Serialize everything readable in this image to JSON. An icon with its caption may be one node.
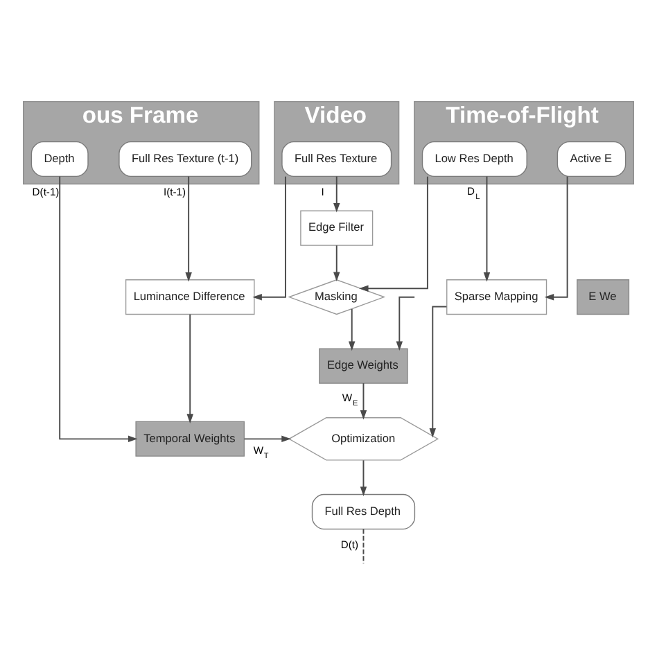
{
  "diagram": {
    "nodes": [
      {
        "text": [
          "ous Frame"
        ]
      },
      {
        "text": [
          "Depth"
        ],
        "in": 0
      },
      {
        "text": [
          "Full Res Texture (t-1)"
        ],
        "in": 0
      },
      {
        "text": [
          "Video"
        ]
      },
      {
        "text": [
          "Full Res Texture"
        ],
        "in": 3
      },
      {
        "text": [
          "Time-of-Flight"
        ]
      },
      {
        "text": [
          "Low Res Depth"
        ],
        "in": 5
      },
      {
        "text": [
          "Active E"
        ],
        "in": 5
      },
      {
        "text": [
          "Edge Filter"
        ]
      },
      {
        "text": [
          "Luminance Difference"
        ]
      },
      {
        "text": [
          "Masking"
        ]
      },
      {
        "text": [
          "Sparse Mapping"
        ]
      },
      {
        "text": [
          "E We"
        ]
      },
      {
        "text": [
          "Edge Weights"
        ]
      },
      {
        "text": [
          "Temporal Weights"
        ]
      },
      {
        "text": [
          "Optimization"
        ]
      },
      {
        "text": [
          "Full Res Depth"
        ]
      }
    ],
    "edges": [
      {
        "from": 1,
        "to": 14,
        "arrow": "to",
        "label": "D(t-1)"
      },
      {
        "from": 2,
        "to": 9,
        "arrow": "to",
        "label": "I(t-1)"
      },
      {
        "from": 4,
        "to": 8,
        "arrow": "to",
        "label": "I"
      },
      {
        "from": 4,
        "to": 9,
        "arrow": "to"
      },
      {
        "from": 6,
        "to": 11,
        "arrow": "to",
        "label": "D$_{L}$"
      },
      {
        "from": 6,
        "to": 10,
        "arrow": "to"
      },
      {
        "from": 7,
        "to": 11,
        "arrow": "to"
      },
      {
        "from": 8,
        "to": 10,
        "arrow": "to"
      },
      {
        "from": 10,
        "to": 13,
        "arrow": "to"
      },
      {
        "from": null,
        "to": 13,
        "arrow": "to"
      },
      {
        "from": 9,
        "to": 14,
        "arrow": "to"
      },
      {
        "from": 13,
        "to": 15,
        "arrow": "to",
        "label": "W$_{E}$"
      },
      {
        "from": 14,
        "to": 15,
        "arrow": "to",
        "label": "W$_{T}$"
      },
      {
        "from": 11,
        "to": 15,
        "arrow": "to"
      },
      {
        "from": 15,
        "to": 16,
        "arrow": "to"
      },
      {
        "from": 16,
        "to": null,
        "arrow": "none",
        "style": "dashed",
        "label": "D(t)"
      }
    ]
  }
}
